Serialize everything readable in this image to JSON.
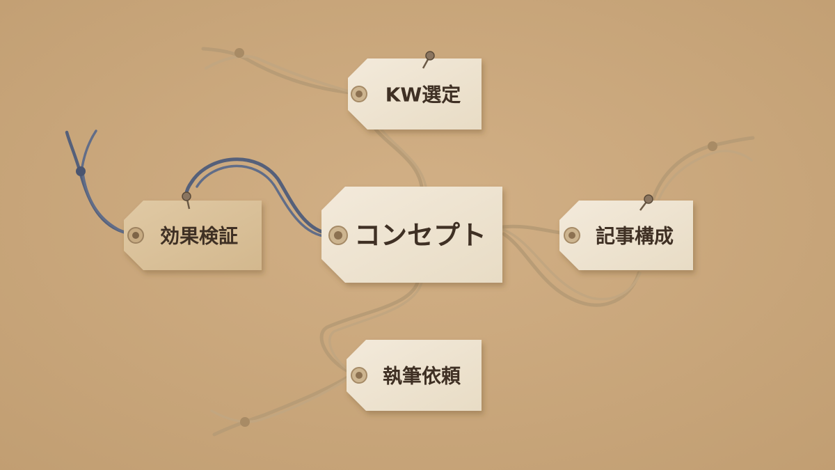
{
  "tags": {
    "center": {
      "label": "コンセプト"
    },
    "top": {
      "label": "KW選定"
    },
    "left": {
      "label": "効果検証"
    },
    "right": {
      "label": "記事構成"
    },
    "bottom": {
      "label": "執筆依頼"
    }
  },
  "colors": {
    "kraft_background": "#c9a77c",
    "tag_paper_light": "#efe4d0",
    "tag_paper_kraft": "#d8bf97",
    "twine": "#b89c76",
    "blue_string": "#55607a",
    "text": "#3f3024"
  }
}
